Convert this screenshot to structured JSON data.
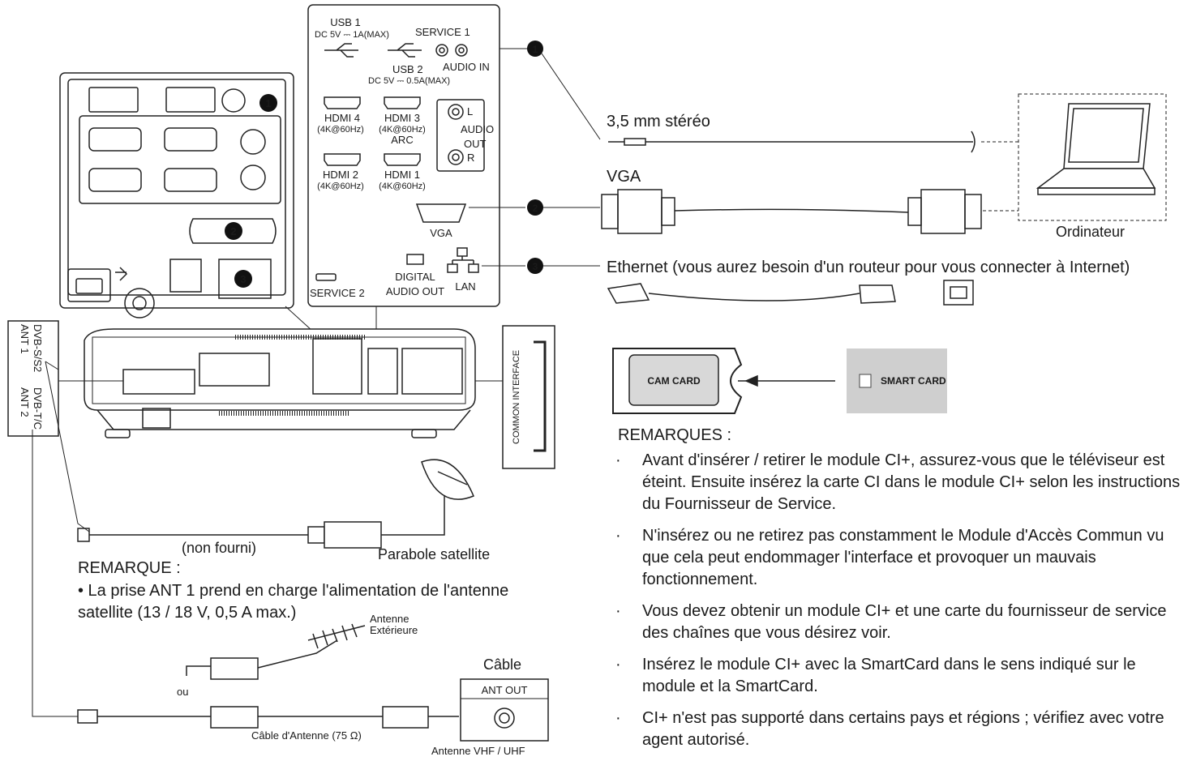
{
  "panel": {
    "usb1": "USB 1",
    "usb1_power": "DC 5V ⎓ 1A(MAX)",
    "service1": "SERVICE 1",
    "audio_in": "AUDIO IN",
    "usb2": "USB 2",
    "usb2_power": "DC 5V ⎓ 0.5A(MAX)",
    "hdmi4": "HDMI 4",
    "hdmi4_spec": "(4K@60Hz)",
    "hdmi3": "HDMI 3",
    "hdmi3_spec": "(4K@60Hz)",
    "hdmi3_arc": "ARC",
    "hdmi2": "HDMI 2",
    "hdmi2_spec": "(4K@60Hz)",
    "hdmi1": "HDMI 1",
    "hdmi1_spec": "(4K@60Hz)",
    "audio_out_l": "L",
    "audio_out_label1": "AUDIO",
    "audio_out_label2": "OUT",
    "audio_out_r": "R",
    "vga": "VGA",
    "service2": "SERVICE 2",
    "digital1": "DIGITAL",
    "digital2": "AUDIO OUT",
    "lan": "LAN"
  },
  "markers": {
    "one": "1",
    "two": "2",
    "three": "3"
  },
  "cables": {
    "stereo": "3,5 mm stéréo",
    "vga": "VGA",
    "ethernet": "Ethernet (vous aurez besoin d'un routeur pour vous connecter à Internet)",
    "computer": "Ordinateur"
  },
  "antenna_box": {
    "ant1": "ANT 1",
    "ant1_std": "DVB-S/S2",
    "ant2": "ANT 2",
    "ant2_std": "DVB-T/C"
  },
  "ci": {
    "label": "COMMON INTERFACE",
    "cam": "CAM CARD",
    "smart": "SMART CARD"
  },
  "satellite": {
    "not_supplied": "(non fourni)",
    "dish": "Parabole satellite",
    "remark_title": "REMARQUE :",
    "remark_text": "• La prise ANT 1 prend en charge l'alimentation de l'antenne satellite (13 / 18 V, 0,5 A max.)"
  },
  "terrestrial": {
    "outdoor1": "Antenne",
    "outdoor2": "Extérieure",
    "or": "ou",
    "cable_label": "Câble d'Antenne (75 Ω)",
    "cable_title": "Câble",
    "ant_out": "ANT OUT",
    "vhf": "Antenne VHF / UHF"
  },
  "remarks": {
    "title": "REMARQUES :",
    "items": [
      "Avant d'insérer / retirer le module CI+, assurez-vous que le téléviseur est éteint. Ensuite insérez la carte CI dans le module CI+ selon les instructions du Fournisseur de Service.",
      "N'insérez ou ne retirez pas constamment le Module d'Accès Commun vu que cela peut endommager l'interface et provoquer un mauvais fonctionnement.",
      "Vous devez obtenir un module CI+ et une carte du fournisseur de service des chaînes que vous désirez voir.",
      "Insérez le module CI+ avec la SmartCard dans le sens indiqué sur le module et la SmartCard.",
      "CI+ n'est pas supporté dans certains pays et régions ; vérifiez avec votre agent autorisé."
    ]
  }
}
